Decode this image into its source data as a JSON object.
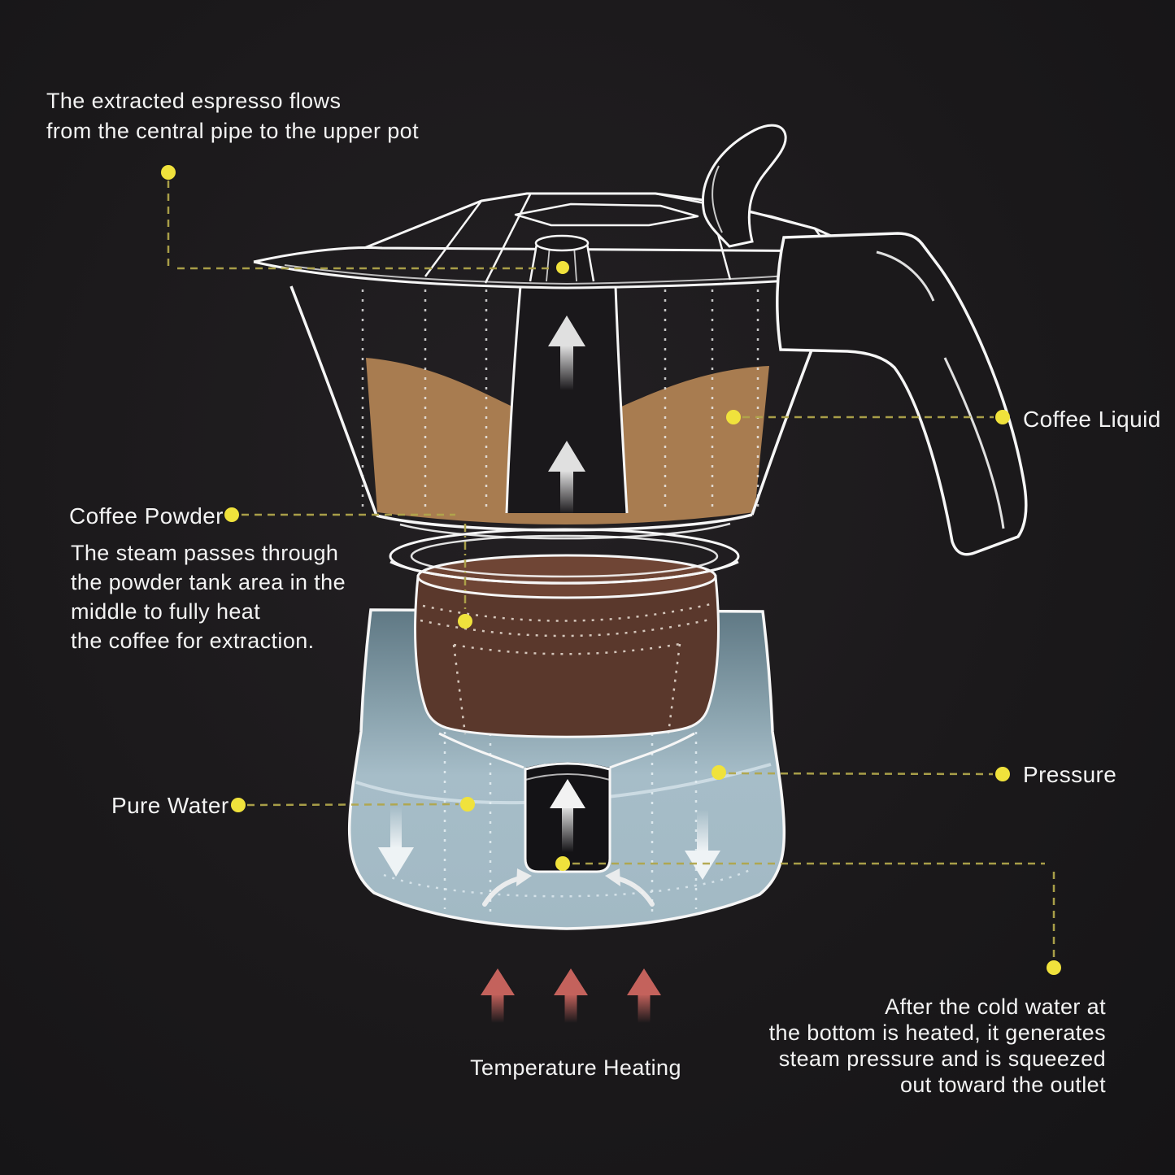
{
  "title": "Moka pot brewing process diagram",
  "colors": {
    "background": "#1b191b",
    "outline": "#f6f6f6",
    "accent_yellow_dot": "#f0e23c",
    "leader_dash": "#b0a54b",
    "coffee_liquid": "#a87c50",
    "coffee_powder": "#5a382c",
    "coffee_powder_top": "#6f4535",
    "water": "#a6bdc8",
    "heat_arrow": "#c4625c",
    "text": "#f3f3f3"
  },
  "annotations": {
    "espresso_flow": "The extracted espresso flows\nfrom the central pipe to the upper pot",
    "coffee_liquid_label": "Coffee Liquid",
    "coffee_powder_label": "Coffee Powder",
    "steam_para": "The steam passes through\nthe powder tank area in the\nmiddle to fully heat\nthe coffee for extraction.",
    "pure_water_label": "Pure Water",
    "pressure_label": "Pressure",
    "temperature_label": "Temperature Heating",
    "outlet_para": "After the cold water at\nthe bottom is heated, it generates\nsteam pressure and is squeezed\nout toward the outlet"
  },
  "icons": {
    "up_flow_arrow": "↑ white arrow (espresso / steam rising)",
    "down_flow_arrow": "↓ white arrow (water pushed down)",
    "convection_arrow": "curved white arrow (water convection)",
    "heat_arrow": "↑ red arrow (heat from below)",
    "leader_dot": "yellow dot marker"
  }
}
